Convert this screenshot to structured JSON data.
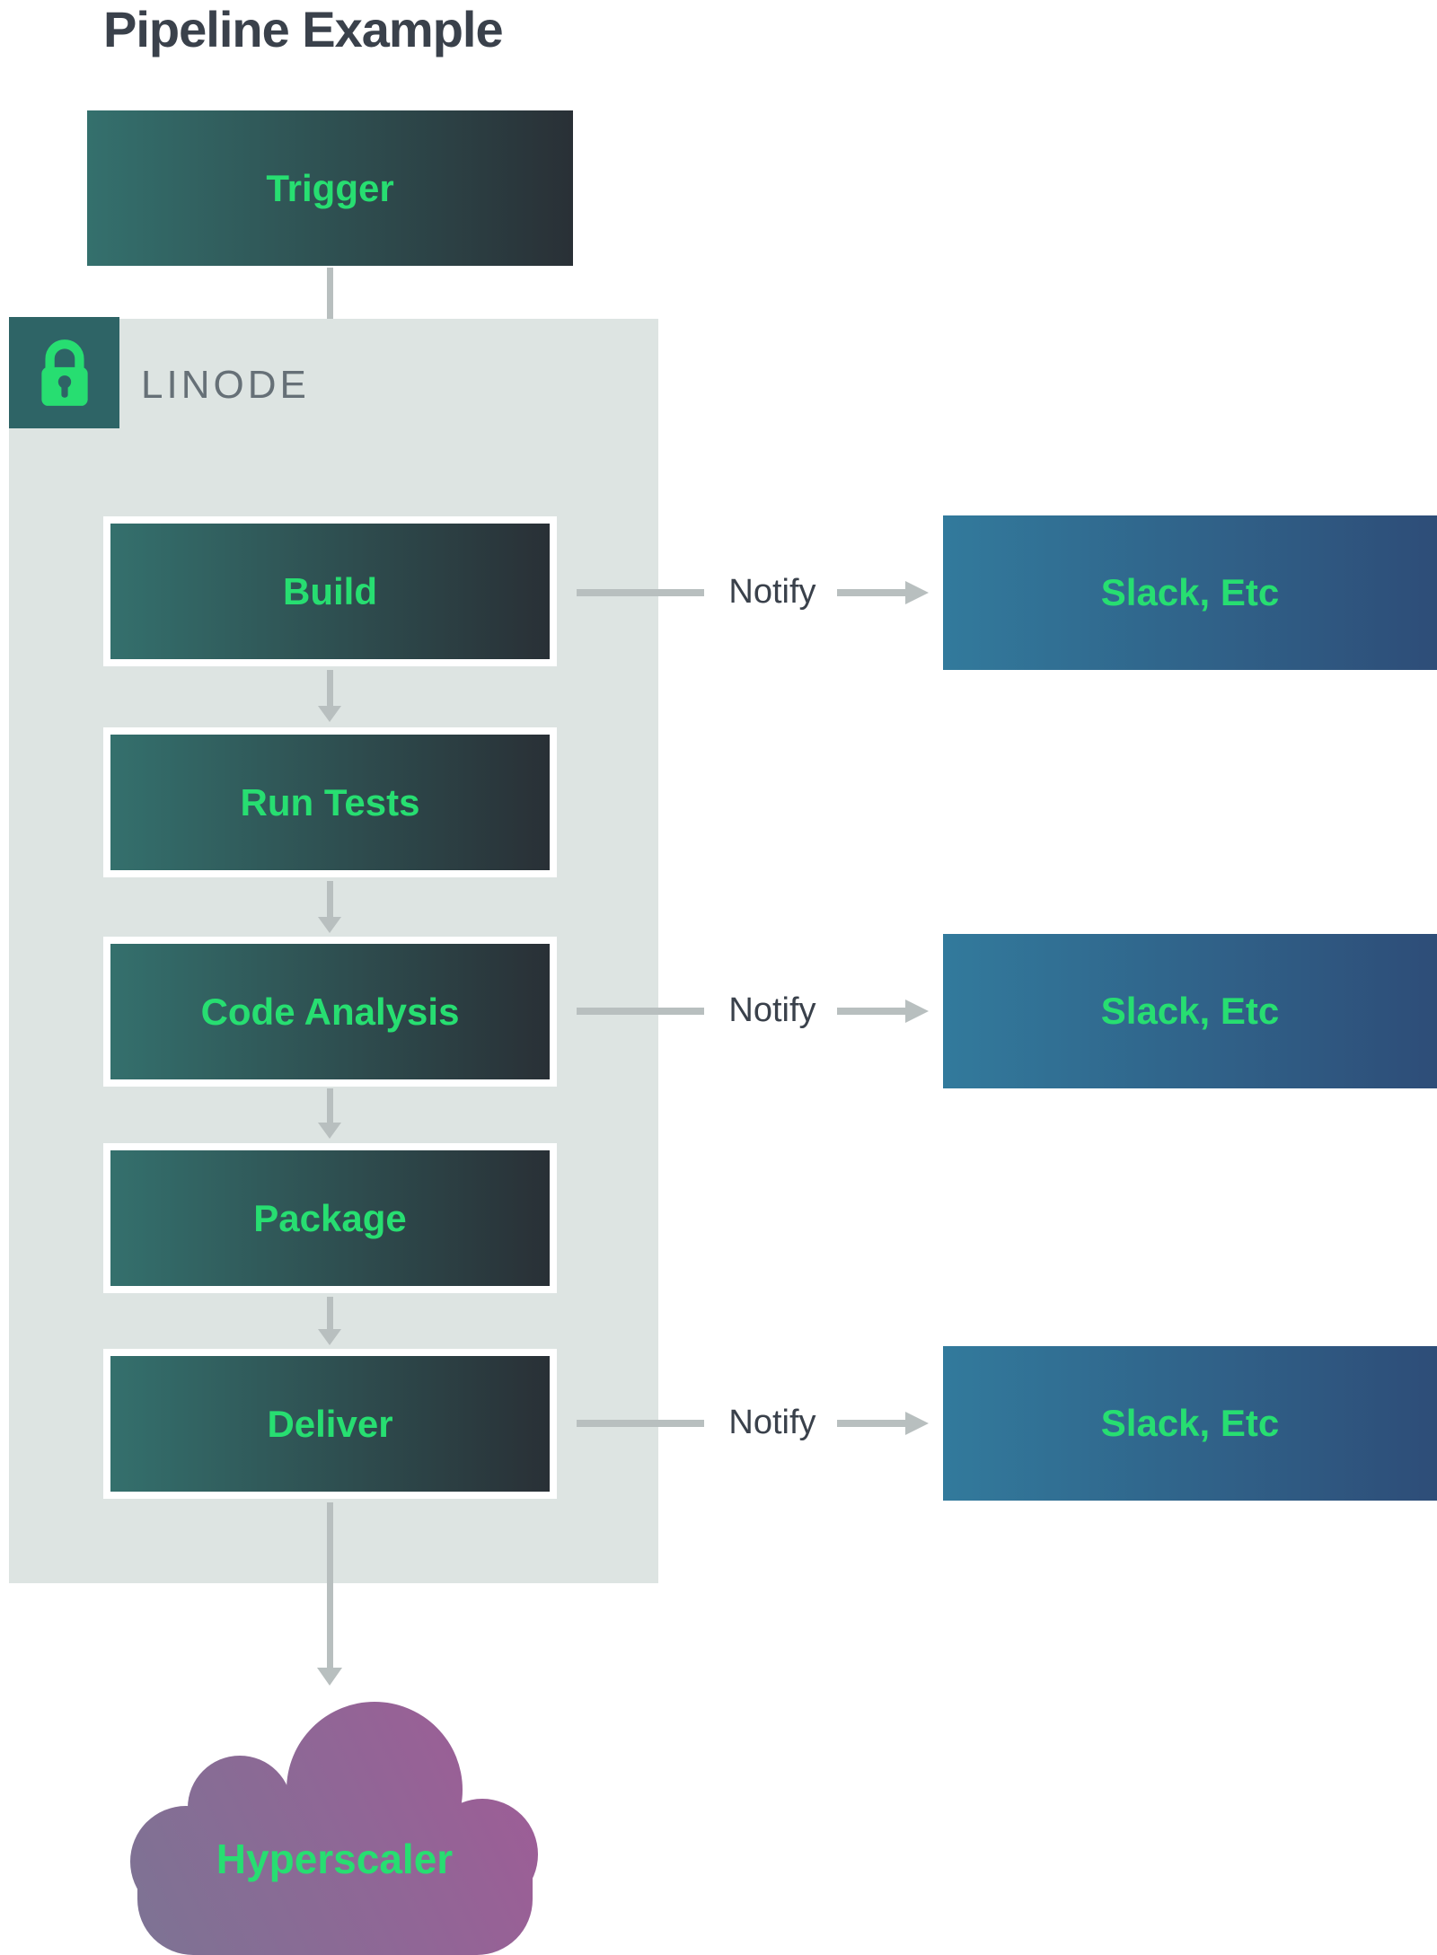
{
  "title": "Pipeline Example",
  "trigger": {
    "label": "Trigger"
  },
  "linode": {
    "label": "LINODE",
    "icon": "lock-icon"
  },
  "stages": [
    "Build",
    "Run Tests",
    "Code Analysis",
    "Package",
    "Deliver"
  ],
  "notify": {
    "label": "Notify",
    "target": "Slack, Etc"
  },
  "cloud": {
    "label": "Hyperscaler"
  },
  "colors": {
    "title_text": "#3a414b",
    "label_green": "#27de71",
    "stage_gradient_left": "#34706d",
    "stage_gradient_right": "#293036",
    "slack_gradient_left": "#327a9c",
    "slack_gradient_right": "#2e4d78",
    "container_gray": "#dde4e2",
    "lock_square": "#2e6466",
    "linode_text": "#667077",
    "arrow_gray": "#b8bfbf",
    "cloud_gradient_left": "#7d7394",
    "cloud_gradient_right": "#9f5c97"
  }
}
